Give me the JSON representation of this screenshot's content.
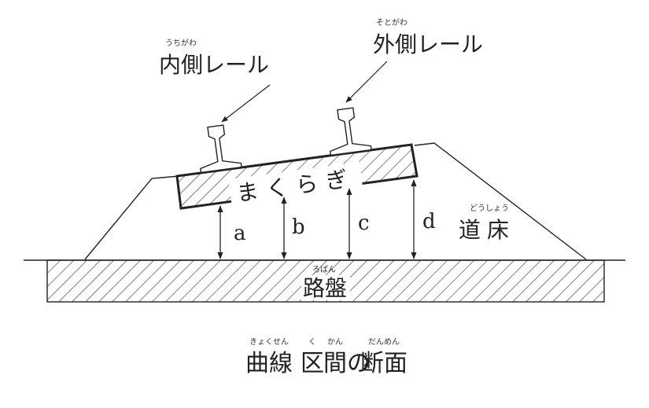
{
  "labels": {
    "inner_rail": {
      "text": "内側レール",
      "ruby": "うちがわ"
    },
    "outer_rail": {
      "text": "外側レール",
      "ruby": "そとがわ"
    },
    "sleeper": {
      "text": "まくらぎ"
    },
    "ballast": {
      "text": "道床",
      "ruby": "どうしょう"
    },
    "roadbed": {
      "text": "路盤",
      "ruby": "ろばん"
    }
  },
  "measurements": [
    "a",
    "b",
    "c",
    "d"
  ],
  "caption": {
    "ruby_kyokusen": "きょくせん",
    "kyokusen": "曲線",
    "ruby_ku": "く",
    "ku": "区",
    "ruby_kan": "かん",
    "kan": "間",
    "no": "の",
    "ruby_danmen": "だんめん",
    "danmen": "断面"
  }
}
